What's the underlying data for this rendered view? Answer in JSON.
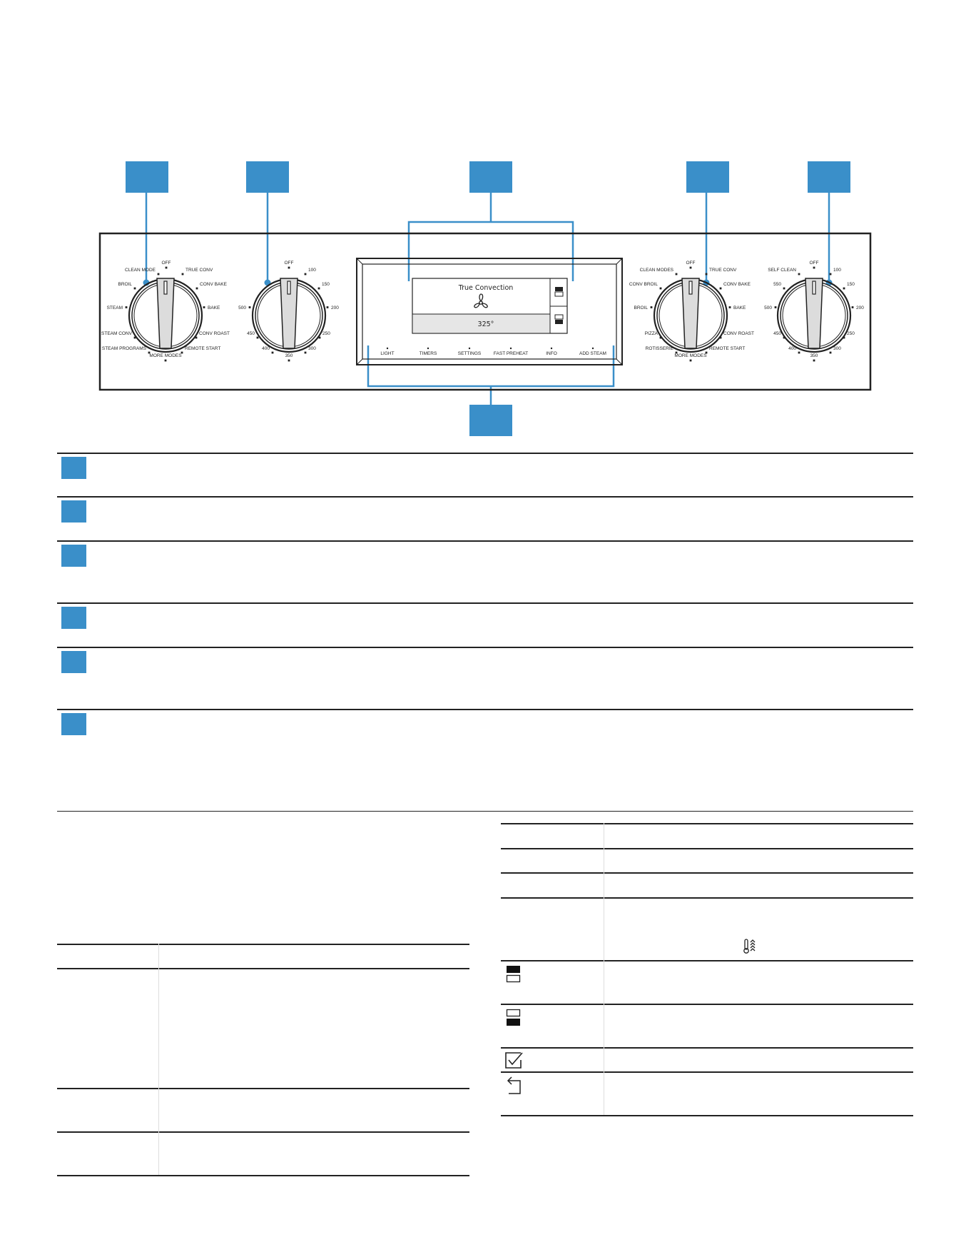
{
  "knobs": [
    {
      "name": "left-mode-knob",
      "labels": [
        "CLEAN MODE",
        "OFF",
        "TRUE CONV",
        "BROIL",
        "CONV BAKE",
        "STEAM",
        "BAKE",
        "STEAM CONV",
        "CONV ROAST",
        "STEAM PROGRAMS",
        "REMOTE START",
        "MORE MODES"
      ]
    },
    {
      "name": "left-temp-knob",
      "labels": [
        "OFF",
        "100",
        "150",
        "500",
        "200",
        "450",
        "250",
        "400",
        "300",
        "350"
      ]
    },
    {
      "name": "right-mode-knob",
      "labels": [
        "CLEAN MODES",
        "OFF",
        "TRUE CONV",
        "CONV BROIL",
        "CONV BAKE",
        "BROIL",
        "BAKE",
        "PIZZA",
        "CONV ROAST",
        "ROTISSERIE",
        "REMOTE START",
        "MORE MODES"
      ]
    },
    {
      "name": "right-temp-knob",
      "labels": [
        "SELF CLEAN",
        "OFF",
        "100",
        "550",
        "150",
        "500",
        "200",
        "450",
        "250",
        "400",
        "300",
        "350"
      ]
    }
  ],
  "display": {
    "mode_text": "True Convection",
    "temp_text": "325°"
  },
  "touch_keys": [
    "LIGHT",
    "TIMERS",
    "SETTINGS",
    "FAST PREHEAT",
    "INFO",
    "ADD STEAM"
  ],
  "icons": {
    "fan": "fan-icon",
    "upper_oven": "upper-oven-icon",
    "lower_oven": "lower-oven-icon",
    "confirm": "checkmark-icon",
    "back": "back-arrow-icon",
    "probe": "thermometer-steam-icon"
  },
  "colors": {
    "accent": "#3a8fc9",
    "line": "#222222",
    "screen": "#e6e6e6"
  }
}
